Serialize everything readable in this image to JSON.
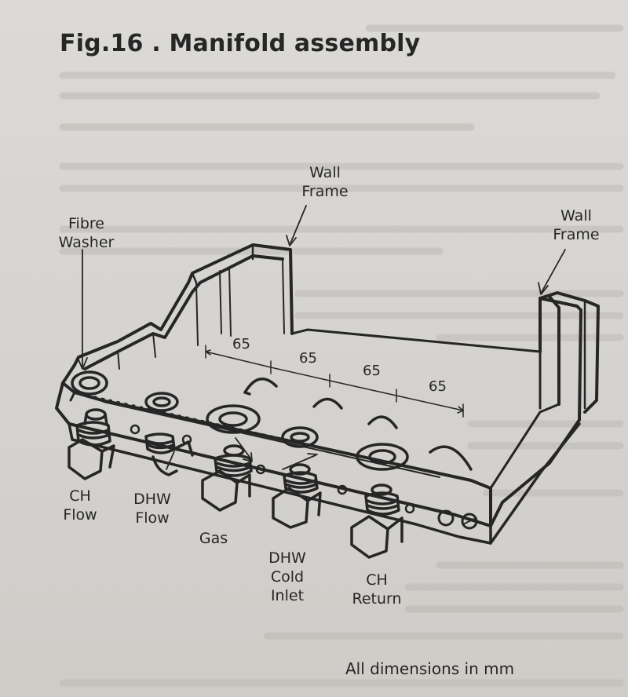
{
  "title": "Fig.16 . Manifold assembly",
  "labels": {
    "wall_frame_left": [
      "Wall",
      "Frame"
    ],
    "wall_frame_right": [
      "Wall",
      "Frame"
    ],
    "fibre_washer": [
      "Fibre",
      "Washer"
    ],
    "ch_flow": [
      "CH",
      "Flow"
    ],
    "dhw_flow": [
      "DHW",
      "Flow"
    ],
    "gas": [
      "Gas"
    ],
    "dhw_cold_inlet": [
      "DHW",
      "Cold",
      "Inlet"
    ],
    "ch_return": [
      "CH",
      "Return"
    ]
  },
  "dimensions": [
    "65",
    "65",
    "65",
    "65"
  ],
  "note": "All dimensions in mm",
  "colors": {
    "ink": "#262626",
    "paper": "#d9d7d4"
  }
}
